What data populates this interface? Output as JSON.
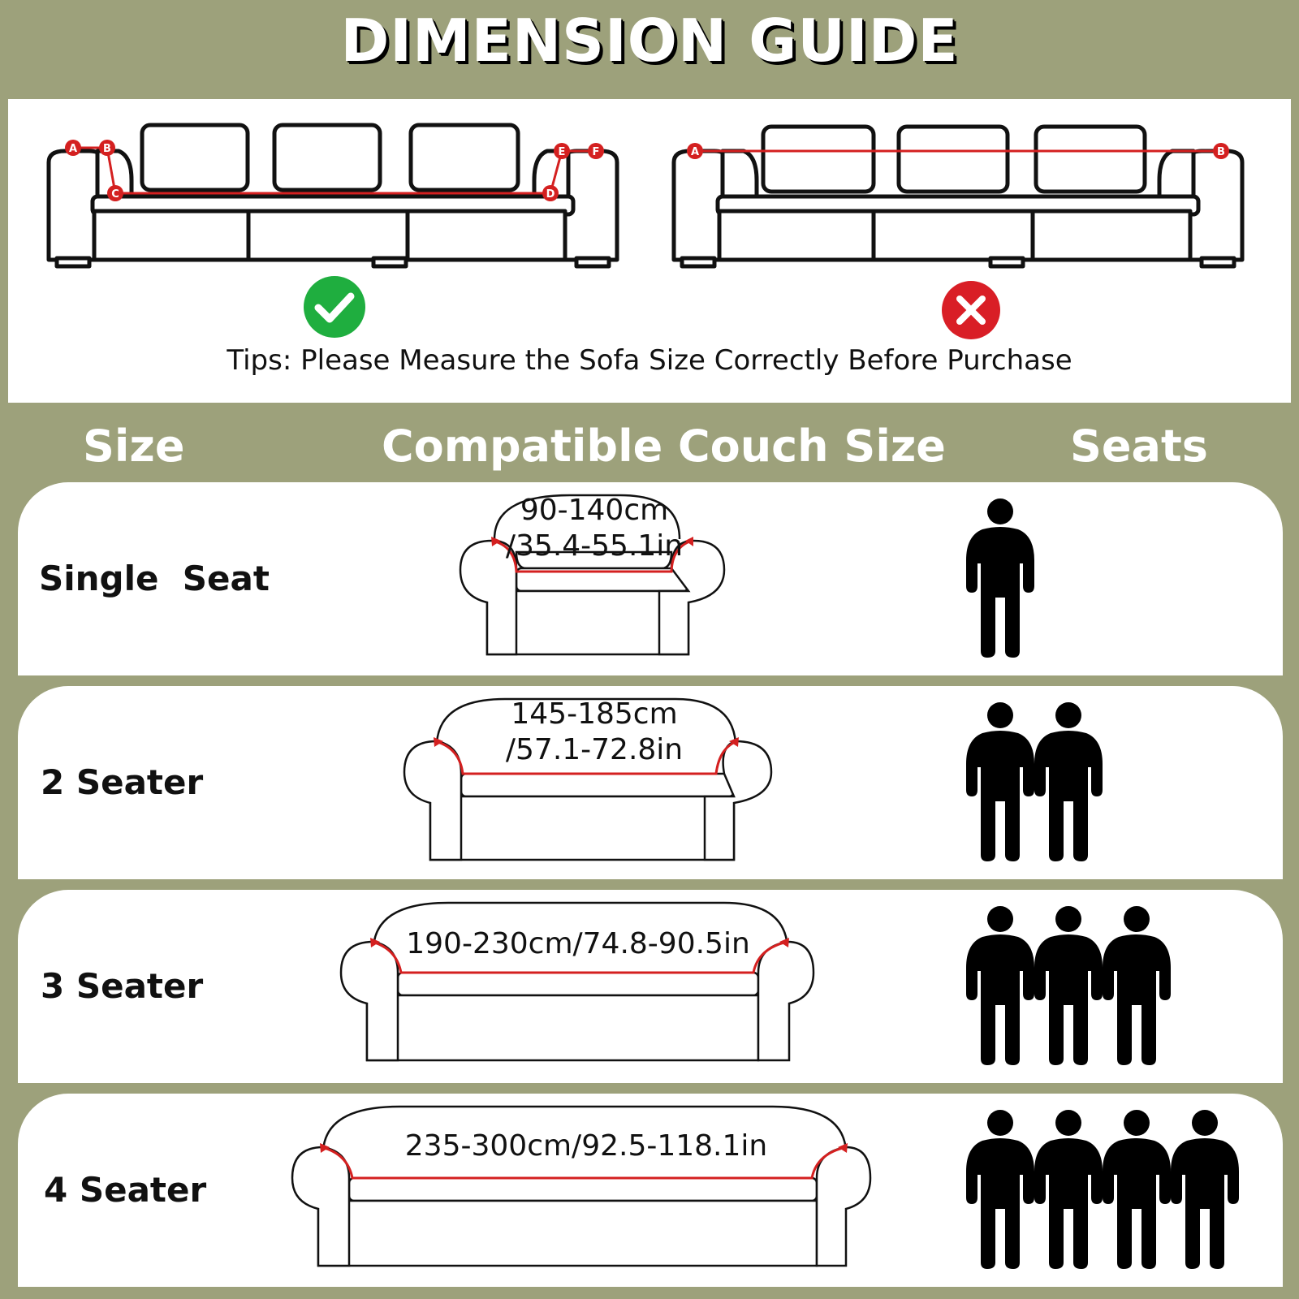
{
  "title": "DIMENSION GUIDE",
  "tips": {
    "text": "Tips: Please Measure the Sofa Size Correctly Before Purchase",
    "correct_icon": "check-circle-icon",
    "wrong_icon": "cross-circle-icon",
    "correct_markers": [
      "A",
      "B",
      "C",
      "D",
      "E",
      "F"
    ],
    "wrong_markers": [
      "A",
      "B"
    ]
  },
  "headers": {
    "size": "Size",
    "compatible": "Compatible Couch Size",
    "seats": "Seats"
  },
  "rows": [
    {
      "label": "Single  Seat",
      "dim1": "90-140cm",
      "dim2": "/35.4-55.1in",
      "seats": 1
    },
    {
      "label": "2 Seater",
      "dim1": "145-185cm",
      "dim2": "/57.1-72.8in",
      "seats": 2
    },
    {
      "label": "3 Seater",
      "dim1": "190-230cm/74.8-90.5in",
      "seats": 3
    },
    {
      "label": "4 Seater",
      "dim1": "235-300cm/92.5-118.1in",
      "seats": 4
    }
  ],
  "colors": {
    "background": "#9da17b",
    "panel": "#ffffff",
    "measure_line": "#d42020",
    "check": "#1fae3f",
    "cross": "#d91e26"
  }
}
